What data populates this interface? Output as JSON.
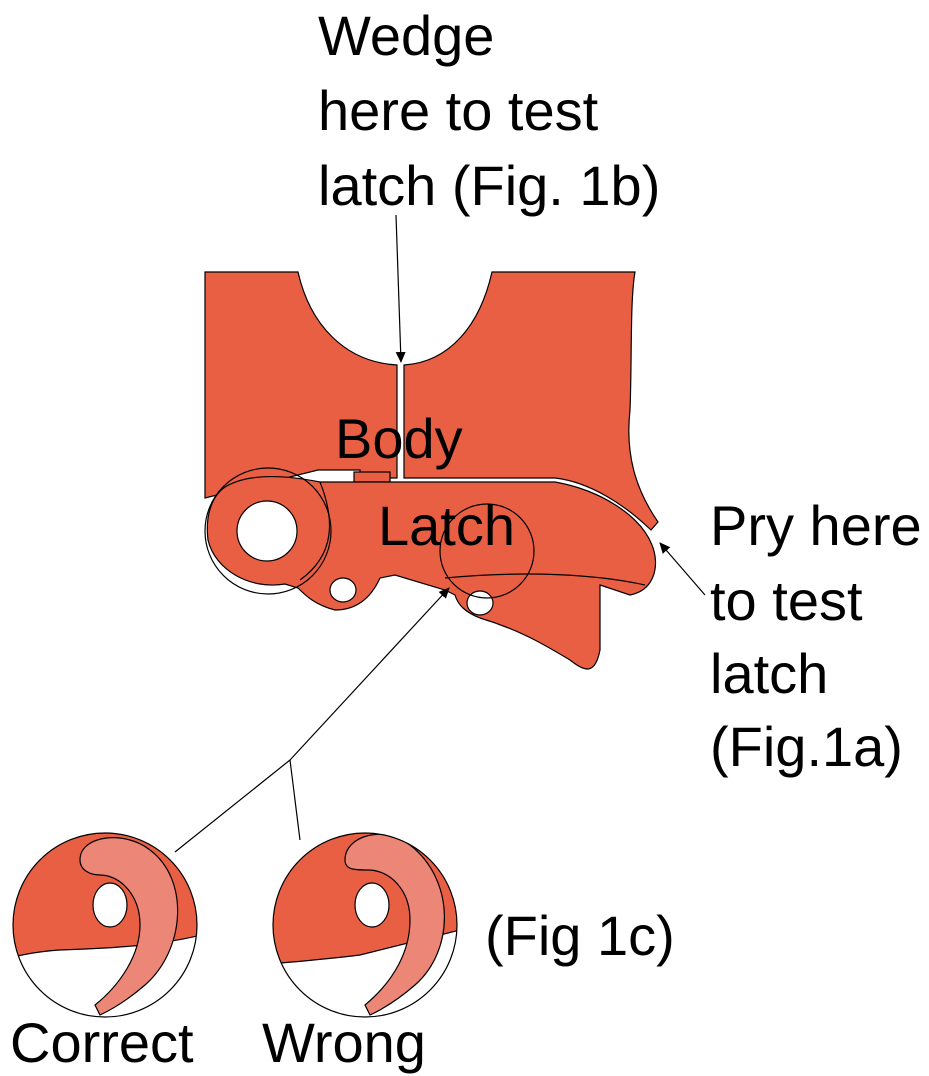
{
  "labels": {
    "wedge": [
      "Wedge",
      "here to test",
      "latch (Fig. 1b)"
    ],
    "body": "Body",
    "latch": "Latch",
    "pry": [
      "Pry here",
      "to test",
      "latch",
      "(Fig.1a)"
    ],
    "fig1c": "(Fig 1c)",
    "correct": "Correct",
    "wrong": "Wrong"
  },
  "colors": {
    "part": "#E95F44",
    "part_light": "#EC8677",
    "outline": "#000000",
    "background": "#FFFFFF"
  }
}
